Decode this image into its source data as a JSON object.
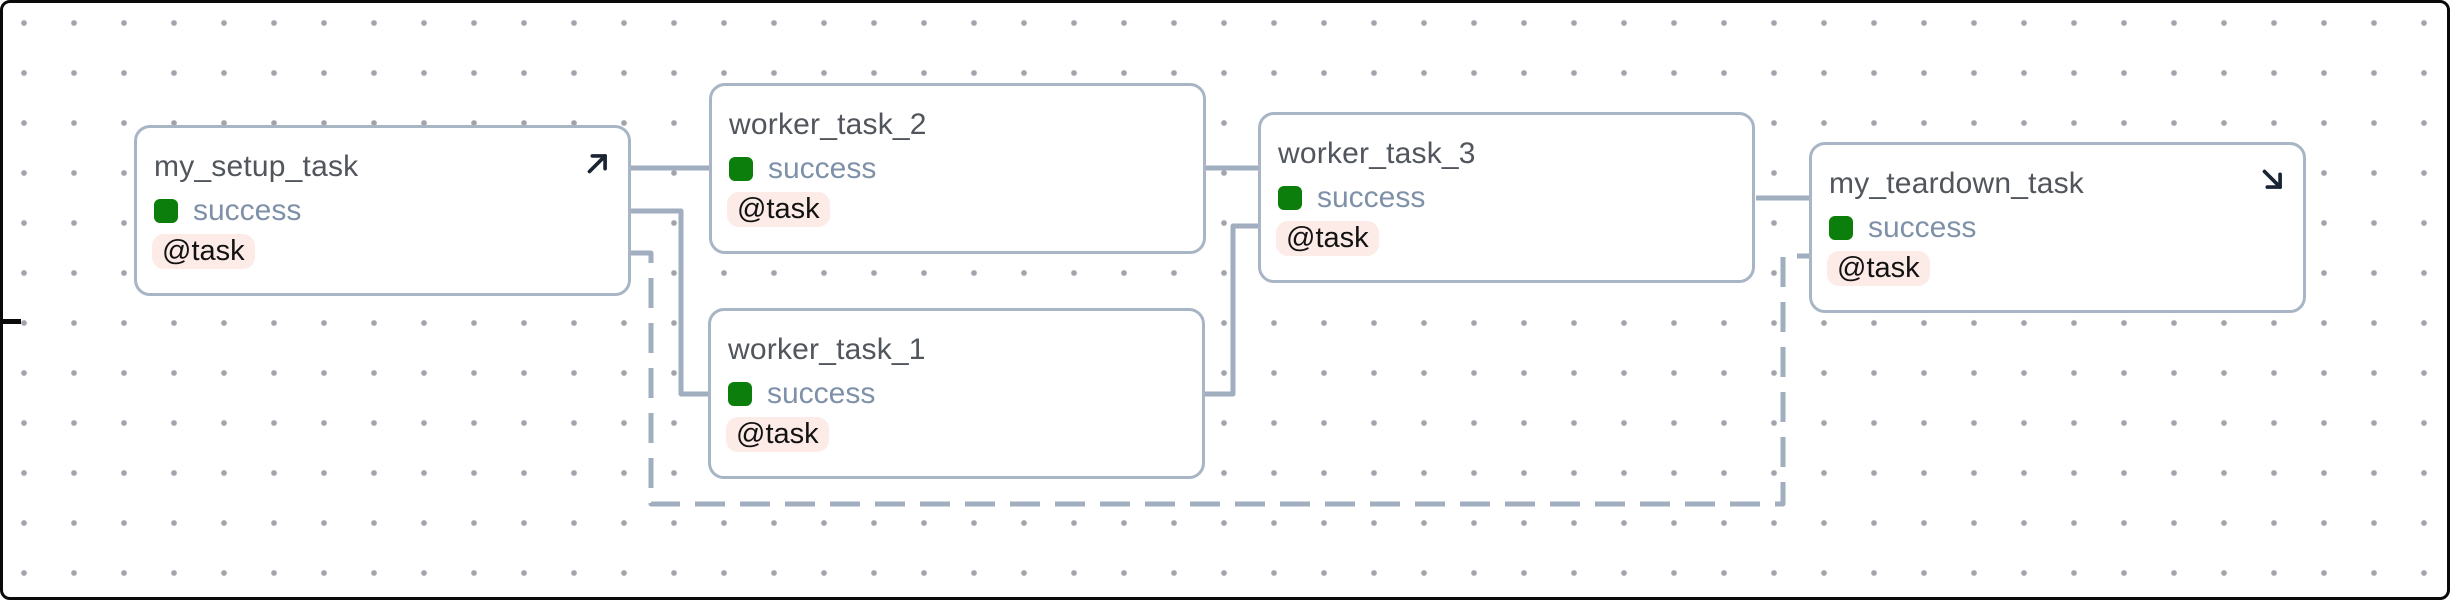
{
  "app": {
    "view": "dag-graph",
    "description": "Workflow graph canvas with task nodes and dependency edges on a dotted grid"
  },
  "graph": {
    "nodes": [
      {
        "id": "my_setup_task",
        "label": "my_setup_task",
        "state": "success",
        "badge": "@task",
        "marker_icon": "arrow-up-right"
      },
      {
        "id": "worker_task_2",
        "label": "worker_task_2",
        "state": "success",
        "badge": "@task",
        "marker_icon": null
      },
      {
        "id": "worker_task_1",
        "label": "worker_task_1",
        "state": "success",
        "badge": "@task",
        "marker_icon": null
      },
      {
        "id": "worker_task_3",
        "label": "worker_task_3",
        "state": "success",
        "badge": "@task",
        "marker_icon": null
      },
      {
        "id": "my_teardown_task",
        "label": "my_teardown_task",
        "state": "success",
        "badge": "@task",
        "marker_icon": "arrow-down-right"
      }
    ],
    "edges": [
      {
        "from": "my_setup_task",
        "to": "worker_task_2",
        "style": "solid"
      },
      {
        "from": "my_setup_task",
        "to": "worker_task_1",
        "style": "solid"
      },
      {
        "from": "worker_task_2",
        "to": "worker_task_3",
        "style": "solid"
      },
      {
        "from": "worker_task_1",
        "to": "worker_task_3",
        "style": "solid"
      },
      {
        "from": "worker_task_3",
        "to": "my_teardown_task",
        "style": "solid"
      },
      {
        "from": "my_setup_task",
        "to": "my_teardown_task",
        "style": "dashed"
      }
    ],
    "colors": {
      "success_green": "#0b7e0b",
      "state_text": "#7e91a8",
      "title_text": "#51555c",
      "badge_bg": "#fcebe6",
      "badge_text": "#121212",
      "node_border": "#a7b5c5",
      "edge": "#a0aec0",
      "marker_icon": "#1a2433",
      "dot_grid": "#a2a4ac",
      "frame_border": "#0a0a0a"
    }
  }
}
